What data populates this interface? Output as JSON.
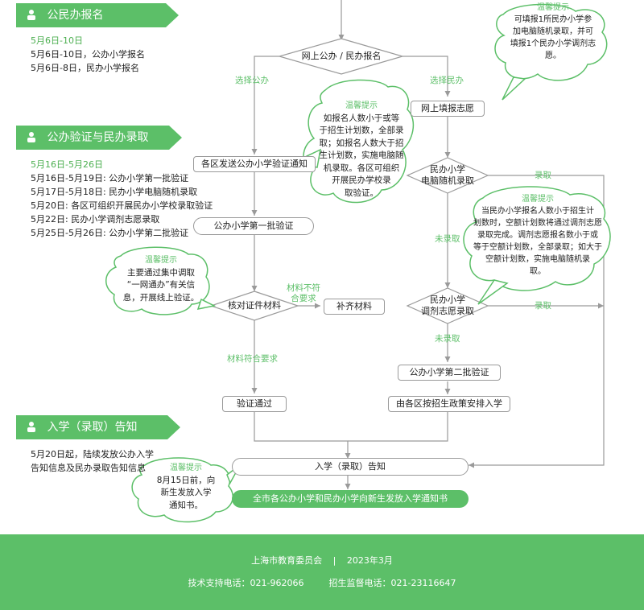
{
  "sections": [
    {
      "title": "公民办报名",
      "dates": "5月6日-10日",
      "lines": [
        "5月6日-10日，公办小学报名",
        "5月6日-8日，民办小学报名"
      ]
    },
    {
      "title": "公办验证与民办录取",
      "dates": "5月16日-5月26日",
      "lines": [
        "5月16日-5月19日: 公办小学第一批验证",
        "5月17日-5月18日: 民办小学电脑随机录取",
        "5月20日: 各区可组织开展民办小学校录取验证",
        "5月22日: 民办小学调剂志愿录取",
        "5月25日-5月26日: 公办小学第二批验证"
      ]
    },
    {
      "title": "入学（录取）告知",
      "lines": [
        "5月20日起，陆续发放公办入学",
        "告知信息及民办录取告知信息"
      ]
    }
  ],
  "nodes": {
    "online_register": "网上公办 / 民办报名",
    "online_fill": "网上填报志愿",
    "district_notice": "各区发送公办小学验证通知",
    "private_random_1": "民办小学",
    "private_random_2": "电脑随机录取",
    "public_first": "公办小学第一批验证",
    "check_docs": "核对证件材料",
    "supplement": "补齐材料",
    "private_adjust_1": "民办小学",
    "private_adjust_2": "调剂志愿录取",
    "public_second": "公办小学第二批验证",
    "district_arrange": "由各区按招生政策安排入学",
    "verified": "验证通过",
    "admission_notice": "入学（录取）告知",
    "final_notice": "全市各公办小学和民办小学向新生发放入学通知书"
  },
  "flow_labels": {
    "choose_public": "选择公办",
    "choose_private": "选择民办",
    "docs_fail_1": "材料不符",
    "docs_fail_2": "合要求",
    "docs_ok": "材料符合要求",
    "admitted_1": "录取",
    "not_admitted_1": "未录取",
    "admitted_2": "录取",
    "not_admitted_2": "未录取"
  },
  "tips": {
    "title": "温馨提示",
    "tip1": [
      "可填报1所民办小学参",
      "加电脑随机录取，并可",
      "填报1个民办小学调剂志",
      "愿。"
    ],
    "tip2": [
      "如报名人数小于或等",
      "于招生计划数，全部录",
      "取；如报名人数大于招",
      "生计划数，实施电脑随",
      "机录取。各区可组织",
      "开展民办学校录",
      "取验证。"
    ],
    "tip3": [
      "当民办小学报名人数小于招生计",
      "划数时，空额计划数将通过调剂志愿",
      "录取完成。调剂志愿报名数小于或",
      "等于空额计划数，全部录取；如大于",
      "空额计划数，实施电脑随机录",
      "取。"
    ],
    "tip4": [
      "主要通过集中调取",
      "“一网通办”有关信",
      "息，开展线上验证。"
    ],
    "tip5": [
      "8月15日前，向",
      "新生发放入学",
      "通知书。"
    ]
  },
  "footer": {
    "org": "上海市教育委员会",
    "sep": "|",
    "date": "2023年3月",
    "tech_label": "技术支持电话：021-962066",
    "supervise_label": "招生监督电话：021-23116647"
  },
  "colors": {
    "green": "#5cbf68",
    "line": "#9a9a9a"
  }
}
